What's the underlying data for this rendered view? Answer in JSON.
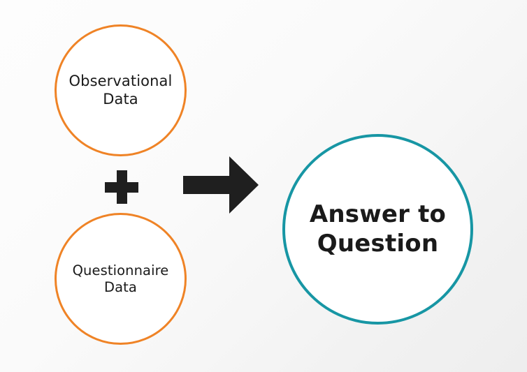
{
  "diagram": {
    "background": {
      "gradient_from": "#fdfdfd",
      "gradient_to": "#eeeeee",
      "direction": "135deg"
    },
    "nodes": [
      {
        "id": "observational",
        "label": "Observational\nData",
        "shape": "circle",
        "stroke_color": "#ef8326",
        "fill_color": "#ffffff",
        "text_color": "#1a1a1a"
      },
      {
        "id": "questionnaire",
        "label": "Questionnaire\nData",
        "shape": "circle",
        "stroke_color": "#ef8326",
        "fill_color": "#ffffff",
        "text_color": "#1a1a1a"
      },
      {
        "id": "answer",
        "label": "Answer to\nQuestion",
        "shape": "circle",
        "stroke_color": "#1796a4",
        "fill_color": "#ffffff",
        "text_color": "#1a1a1a"
      }
    ],
    "connectors": [
      {
        "id": "plus",
        "glyph": "plus-icon",
        "color": "#1f1f1f"
      },
      {
        "id": "arrow",
        "glyph": "arrow-right-icon",
        "color": "#1f1f1f",
        "direction": "right"
      }
    ]
  }
}
